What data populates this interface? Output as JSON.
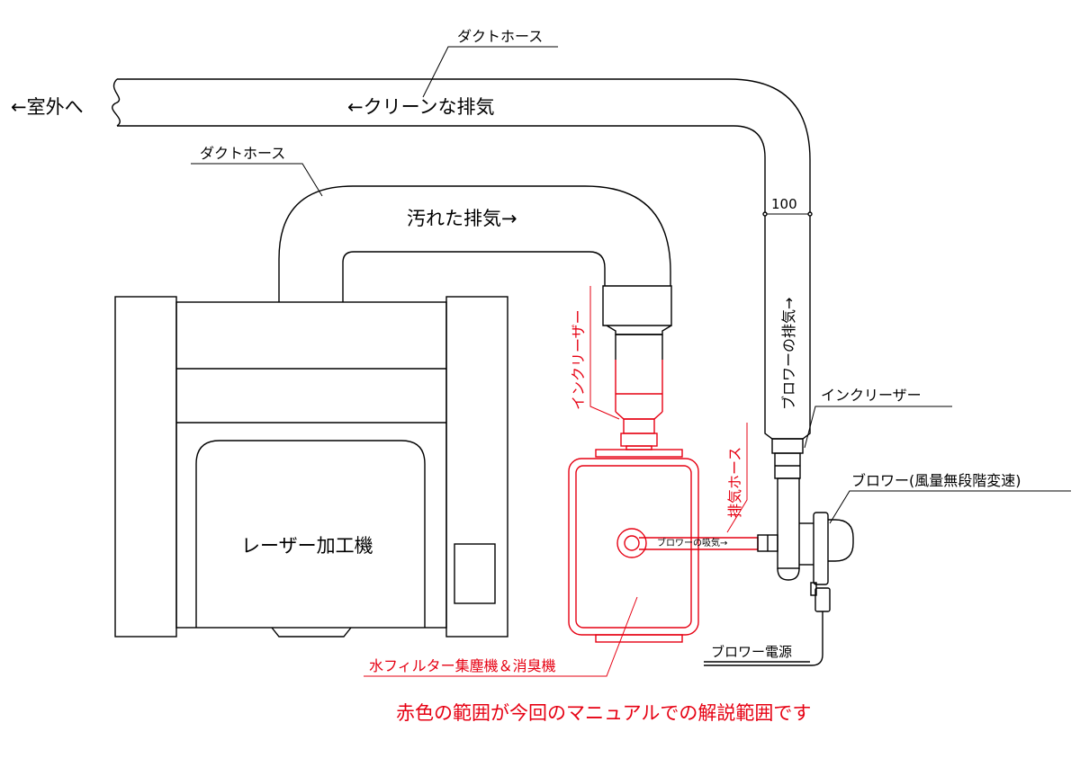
{
  "labels": {
    "duct_hose_top": "ダクトホース",
    "to_outside": "←室外へ",
    "clean_exhaust": "←クリーンな排気",
    "duct_hose_left": "ダクトホース",
    "dirty_exhaust": "汚れた排気→",
    "diameter": "100",
    "blower_exhaust": "ブロワーの排気→",
    "increaser_right": "インクリーザー",
    "increaser_red": "インクリーザー",
    "exhaust_hose_red": "排気ホース",
    "blower": "ブロワー(風量無段階変速)",
    "blower_intake": "ブロワーの吸気→",
    "laser_machine": "レーザー加工機",
    "water_filter": "水フィルター集塵機＆消臭機",
    "blower_power": "ブロワー電源",
    "caption": "赤色の範囲が今回のマニュアルでの解説範囲です"
  },
  "colors": {
    "line": "#000000",
    "highlight": "#e60012",
    "background": "#ffffff"
  }
}
